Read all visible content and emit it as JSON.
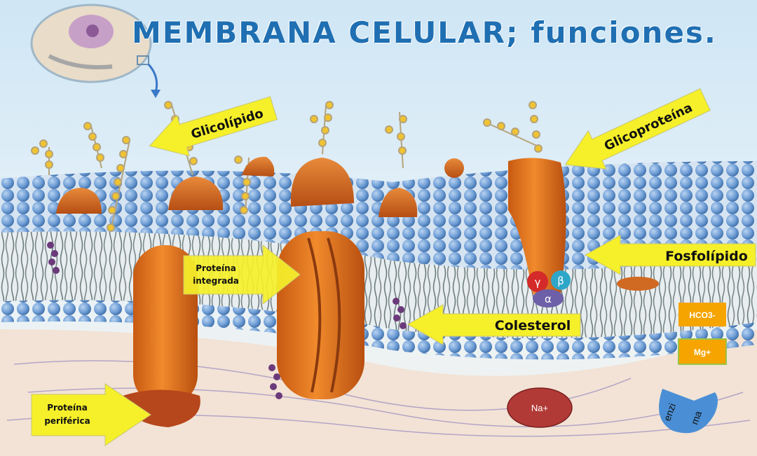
{
  "title": "MEMBRANA CELULAR; funciones.",
  "labels": {
    "glicolipido": "Glicolípido",
    "glicoproteina": "Glicoproteína",
    "fosfolipido": "Fosfolípido",
    "colesterol": "Colesterol",
    "proteina_integrada_1": "Proteína",
    "proteina_integrada_2": "integrada",
    "proteina_periferica_1": "Proteína",
    "proteina_periferica_2": "periférica"
  },
  "ions": {
    "hco3": "HCO3-",
    "mg": "Mg+",
    "na": "Na+",
    "enzima_1": "enzi",
    "enzima_2": "ma"
  },
  "subunits": {
    "gamma": "γ",
    "beta": "β",
    "alpha": "α"
  },
  "colors": {
    "title": "#1f6fb2",
    "arrow": "#f5f02a",
    "protein": "#e07a1e",
    "phospholipid_head": "#6f9ed6",
    "ion_box": "#f5a400",
    "sodium": "#b23a36",
    "enzyme": "#4a8fd6"
  }
}
